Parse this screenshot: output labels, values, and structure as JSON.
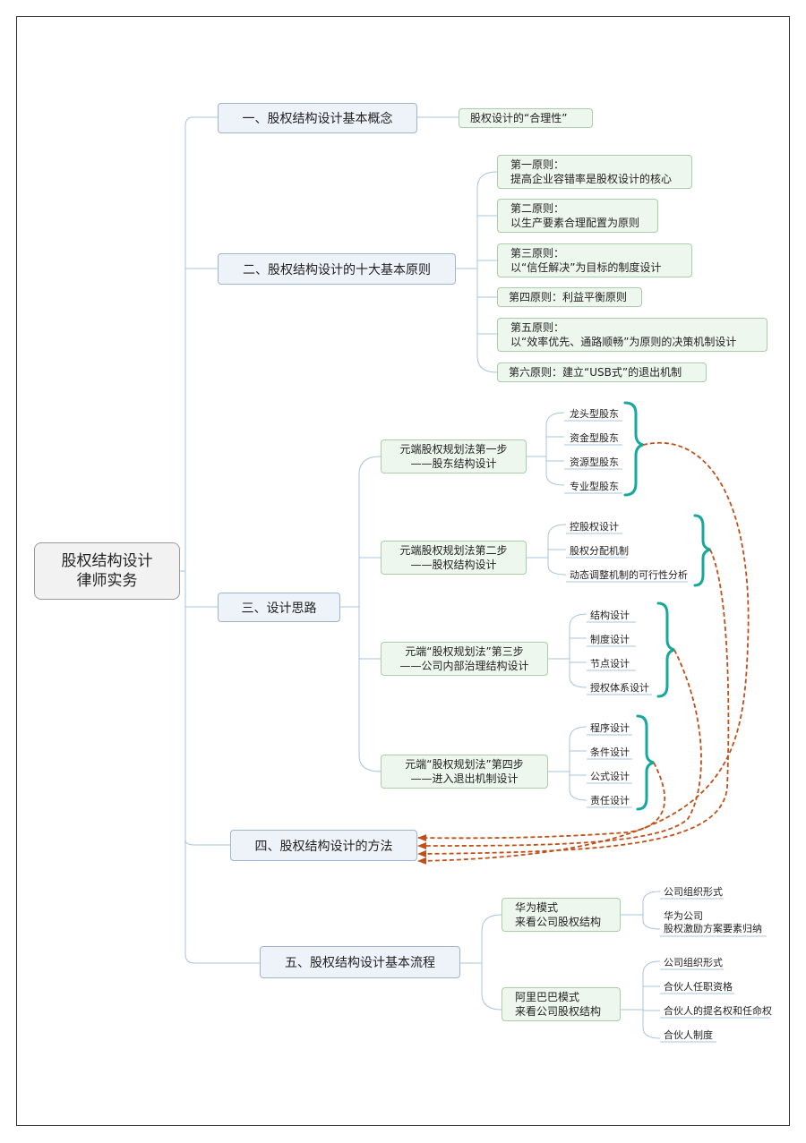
{
  "root": {
    "line1": "股权结构设计",
    "line2": "律师实务"
  },
  "branch1": {
    "label": "一、股权结构设计基本概念",
    "child": "股权设计的“合理性”"
  },
  "branch2": {
    "label": "二、股权结构设计的十大基本原则",
    "principles": [
      {
        "line1": "第一原则：",
        "line2": "提高企业容错率是股权设计的核心"
      },
      {
        "line1": "第二原则：",
        "line2": "以生产要素合理配置为原则"
      },
      {
        "line1": "第三原则：",
        "line2": "以“信任解决”为目标的制度设计"
      },
      {
        "line1": "第四原则：利益平衡原则"
      },
      {
        "line1": "第五原则：",
        "line2": "以“效率优先、通路顺畅”为原则的决策机制设计"
      },
      {
        "line1": "第六原则：建立“USB式”的退出机制"
      }
    ]
  },
  "branch3": {
    "label": "三、设计思路",
    "steps": [
      {
        "line1": "元端股权规划法第一步",
        "line2": "——股东结构设计",
        "items": [
          "龙头型股东",
          "资金型股东",
          "资源型股东",
          "专业型股东"
        ]
      },
      {
        "line1": "元端股权规划法第二步",
        "line2": "——股权结构设计",
        "items": [
          "控股权设计",
          "股权分配机制",
          "动态调整机制的可行性分析"
        ]
      },
      {
        "line1": "元端“股权规划法”第三步",
        "line2": "——公司内部治理结构设计",
        "items": [
          "结构设计",
          "制度设计",
          "节点设计",
          "授权体系设计"
        ]
      },
      {
        "line1": "元端“股权规划法”第四步",
        "line2": "——进入退出机制设计",
        "items": [
          "程序设计",
          "条件设计",
          "公式设计",
          "责任设计"
        ]
      }
    ]
  },
  "branch4": {
    "label": "四、股权结构设计的方法"
  },
  "branch5": {
    "label": "五、股权结构设计基本流程",
    "models": [
      {
        "line1": "华为模式",
        "line2": "来看公司股权结构",
        "items": [
          {
            "line1": "公司组织形式"
          },
          {
            "line1": "华为公司",
            "line2": "股权激励方案要素归纳"
          }
        ]
      },
      {
        "line1": "阿里巴巴模式",
        "line2": "来看公司股权结构",
        "items": [
          {
            "line1": "公司组织形式"
          },
          {
            "line1": "合伙人任职资格"
          },
          {
            "line1": "合伙人的提名权和任命权"
          },
          {
            "line1": "合伙人制度"
          }
        ]
      }
    ]
  },
  "colors": {
    "connector": "#a8c3dc",
    "brace": "#16a89a",
    "arrow": "#c0501a",
    "main_fill": "#eef3fa",
    "sub_fill": "#eef7ee"
  }
}
